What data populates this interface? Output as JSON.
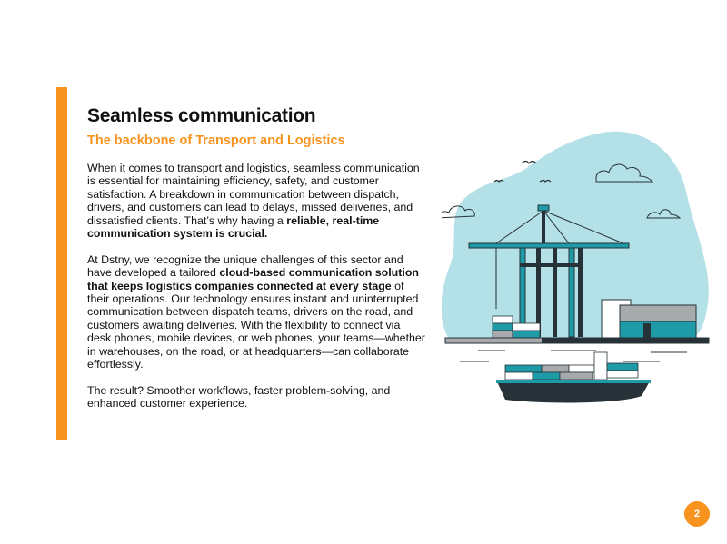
{
  "slide": {
    "title": "Seamless communication",
    "subtitle": "The backbone of Transport and Logistics",
    "paragraph1": {
      "t1": "When it comes to transport and logistics, seamless communication is essential for maintaining efficiency, safety, and customer satisfaction. A breakdown in communication between dispatch, drivers, and customers can lead to delays, missed deliveries, and dissatisfied clients. That’s why having a ",
      "b1": "reliable, real-time communication system is crucial."
    },
    "paragraph2": {
      "t1": "At Dstny, we recognize the unique challenges of this sector and have developed a tailored ",
      "b1": "cloud-based communication solution that keeps logistics companies connected at every stage",
      "t2": " of their operations. Our technology ensures instant and uninterrupted communication between dispatch teams, drivers on the road, and customers awaiting deliveries. With the flexibility to connect via desk phones, mobile devices, or web phones, your teams—whether in warehouses, on the road, or at headquarters—can collaborate effortlessly."
    },
    "paragraph3": "The result? Smoother workflows, faster problem-solving, and enhanced customer experience.",
    "page_number": "2"
  },
  "colors": {
    "accent": "#f7931e",
    "sky_blob": "#b4e0e7",
    "teal": "#1f9aa7",
    "dark": "#263238"
  },
  "illustration": {
    "icon": "port-cargo-crane-ship-illustration"
  }
}
